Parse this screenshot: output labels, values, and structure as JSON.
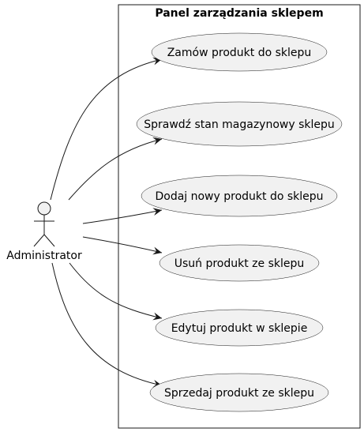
{
  "system": {
    "title": "Panel zarządzania sklepem"
  },
  "actor": {
    "name": "Administrator"
  },
  "use_cases": [
    {
      "label": "Zamów produkt do sklepu"
    },
    {
      "label": "Sprawdź stan magazynowy sklepu"
    },
    {
      "label": "Dodaj nowy produkt do sklepu"
    },
    {
      "label": "Usuń produkt ze sklepu"
    },
    {
      "label": "Edytuj produkt w sklepie"
    },
    {
      "label": "Sprzedaj produkt ze sklepu"
    }
  ],
  "colors": {
    "use_case_fill": "#f1f1f1",
    "stroke": "#181818"
  }
}
